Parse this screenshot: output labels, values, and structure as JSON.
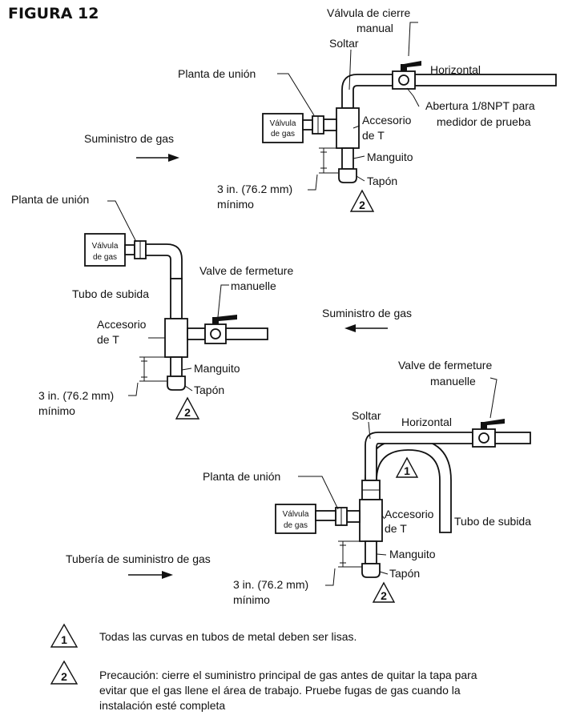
{
  "figure": {
    "title": "FIGURA 12"
  },
  "diagram_top": {
    "valve_label_1": "Válvula de cierre",
    "valve_label_2": "manual",
    "soltar": "Soltar",
    "horizontal": "Horizontal",
    "union": "Planta de unión",
    "abertura_1": "Abertura 1/8NPT para",
    "abertura_2": "medidor de prueba",
    "gas_valve_1": "Válvula",
    "gas_valve_2": "de gas",
    "tee_1": "Accesorio",
    "tee_2": "de T",
    "supply": "Suministro de gas",
    "nipple": "Manguito",
    "cap": "Tapón",
    "dim_1": "3 in. (76.2 mm)",
    "dim_2": "mínimo",
    "note_marker": "2"
  },
  "diagram_middle": {
    "union": "Planta de unión",
    "gas_valve_1": "Válvula",
    "gas_valve_2": "de gas",
    "valve_label_1": "Valve de fermeture",
    "valve_label_2": "manuelle",
    "riser": "Tubo de subida",
    "tee_1": "Accesorio",
    "tee_2": "de T",
    "supply": "Suministro de gas",
    "nipple": "Manguito",
    "cap": "Tapón",
    "dim_1": "3 in. (76.2 mm)",
    "dim_2": "mínimo",
    "note_marker": "2"
  },
  "diagram_bottom": {
    "valve_label_1": "Valve de fermeture",
    "valve_label_2": "manuelle",
    "soltar": "Soltar",
    "horizontal": "Horizontal",
    "bend_marker": "1",
    "union": "Planta de unión",
    "gas_valve_1": "Válvula",
    "gas_valve_2": "de gas",
    "tee_1": "Accesorio",
    "tee_2": "de T",
    "riser": "Tubo de subida",
    "supply": "Tubería de suministro de gas",
    "nipple": "Manguito",
    "cap": "Tapón",
    "dim_1": "3 in. (76.2 mm)",
    "dim_2": "mínimo",
    "note_marker": "2"
  },
  "notes": [
    {
      "marker": "1",
      "lines": [
        "Todas las curvas en tubos de metal deben ser lisas."
      ]
    },
    {
      "marker": "2",
      "lines": [
        "Precaución: cierre el suministro principal de gas antes de quitar la tapa para",
        "evitar que el gas llene el área de trabajo. Pruebe fugas de gas cuando la",
        "instalación esté completa"
      ]
    }
  ]
}
